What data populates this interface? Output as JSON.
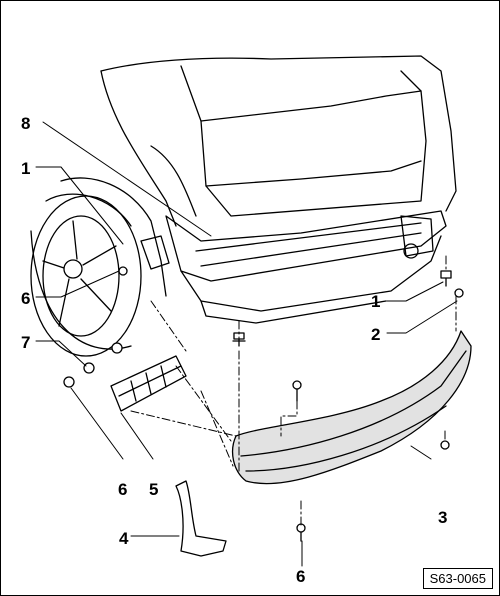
{
  "figure": {
    "reference": "S63-0065",
    "callouts": [
      {
        "id": "c8a",
        "text": "8"
      },
      {
        "id": "c1a",
        "text": "1"
      },
      {
        "id": "c6a",
        "text": "6"
      },
      {
        "id": "c7a",
        "text": "7"
      },
      {
        "id": "c6b",
        "text": "6"
      },
      {
        "id": "c5a",
        "text": "5"
      },
      {
        "id": "c1b",
        "text": "1"
      },
      {
        "id": "c2a",
        "text": "2"
      },
      {
        "id": "c3a",
        "text": "3"
      },
      {
        "id": "c4a",
        "text": "4"
      },
      {
        "id": "c6c",
        "text": "6"
      }
    ]
  },
  "colors": {
    "line": "#000000",
    "bumper_fill": "#e2e2e2",
    "background": "#ffffff"
  }
}
